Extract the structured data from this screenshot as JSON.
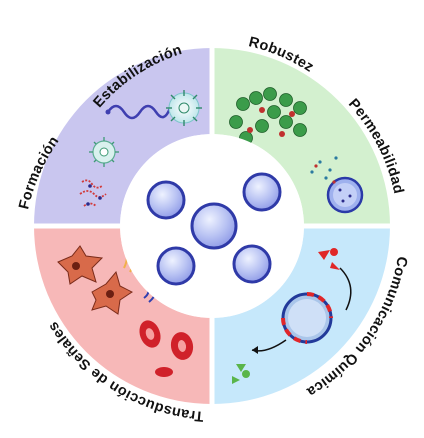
{
  "labels": {
    "stabilization": "Estabilización",
    "formation": "Formación",
    "robustness": "Robustez",
    "permeability": "Permeabilidad",
    "communication": "Comunicación Química",
    "signal_transduction": "Transducción de Señales"
  },
  "quadrant_colors": {
    "top_left": "#c9c6ef",
    "top_right": "#d3f0cf",
    "bottom_right": "#c6e8fb",
    "bottom_left": "#f7b8b8"
  },
  "icon_names": [
    "wavy-polymer-icon",
    "micelle-icon",
    "assembly-cluster-icon",
    "polymer-chain-icon",
    "green-particles-icon",
    "porous-vesicle-icon",
    "red-triangles-icon",
    "vesicle-channel-icon",
    "green-triangles-icon",
    "cell-icon",
    "signal-waves-icon",
    "red-blood-cell-icon",
    "central-vesicles-icon"
  ]
}
